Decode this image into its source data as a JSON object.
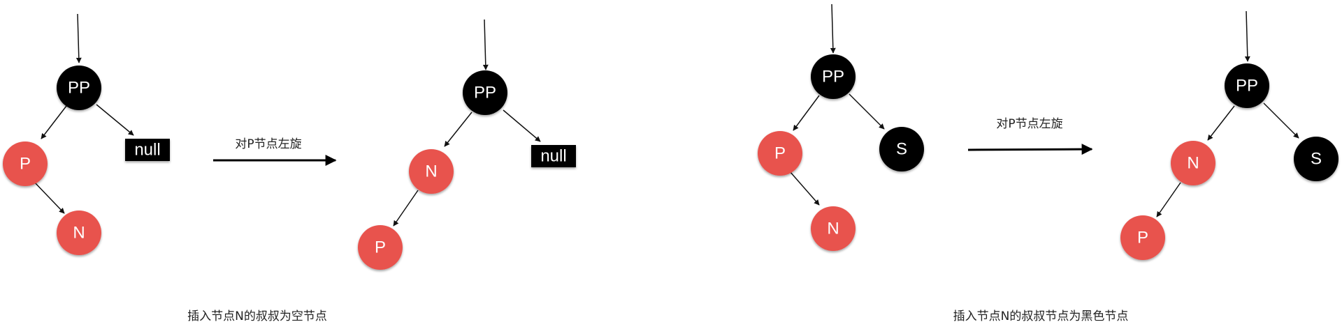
{
  "colors": {
    "red_node": "#e8524d",
    "black_node": "#000000",
    "edge": "#111111",
    "text_on_node": "#ffffff"
  },
  "labels": {
    "pp": "PP",
    "p": "P",
    "n": "N",
    "s": "S",
    "null": "null"
  },
  "panels": [
    {
      "caption": "插入节点N的叔叔为空节点",
      "rotation_label": "对P节点左旋"
    },
    {
      "caption": "插入节点N的叔叔节点为黑色节点",
      "rotation_label": "对P节点左旋"
    }
  ]
}
